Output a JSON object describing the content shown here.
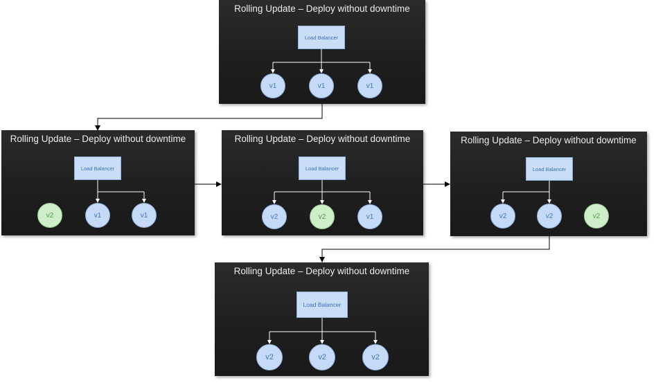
{
  "panels": [
    {
      "title": "Rolling Update – Deploy without downtime",
      "lb": "Load Balancer",
      "nodes": [
        {
          "label": "v1",
          "kind": "v1"
        },
        {
          "label": "v1",
          "kind": "v1"
        },
        {
          "label": "v1",
          "kind": "v1"
        }
      ]
    },
    {
      "title": "Rolling Update – Deploy without downtime",
      "lb": "Load Balancer",
      "nodes": [
        {
          "label": "v2",
          "kind": "v2g"
        },
        {
          "label": "v1",
          "kind": "v1"
        },
        {
          "label": "v1",
          "kind": "v1"
        }
      ]
    },
    {
      "title": "Rolling Update – Deploy without downtime",
      "lb": "Load Balancer",
      "nodes": [
        {
          "label": "v2",
          "kind": "v2b"
        },
        {
          "label": "v2",
          "kind": "v2g"
        },
        {
          "label": "v1",
          "kind": "v1"
        }
      ]
    },
    {
      "title": "Rolling Update – Deploy without downtime",
      "lb": "Load Balancer",
      "nodes": [
        {
          "label": "v2",
          "kind": "v2b"
        },
        {
          "label": "v2",
          "kind": "v2b"
        },
        {
          "label": "v2",
          "kind": "v2g"
        }
      ]
    },
    {
      "title": "Rolling Update – Deploy without downtime",
      "lb": "Load Balancer",
      "nodes": [
        {
          "label": "v2",
          "kind": "v2b"
        },
        {
          "label": "v2",
          "kind": "v2b"
        },
        {
          "label": "v2",
          "kind": "v2b"
        }
      ]
    }
  ],
  "colors": {
    "panel_bg": "#222222",
    "lb_fill": "#c9ddf7",
    "node_blue": "#c4daf6",
    "node_green": "#cdeec9",
    "connector": "#ffffff",
    "flow_arrow": "#000000"
  }
}
